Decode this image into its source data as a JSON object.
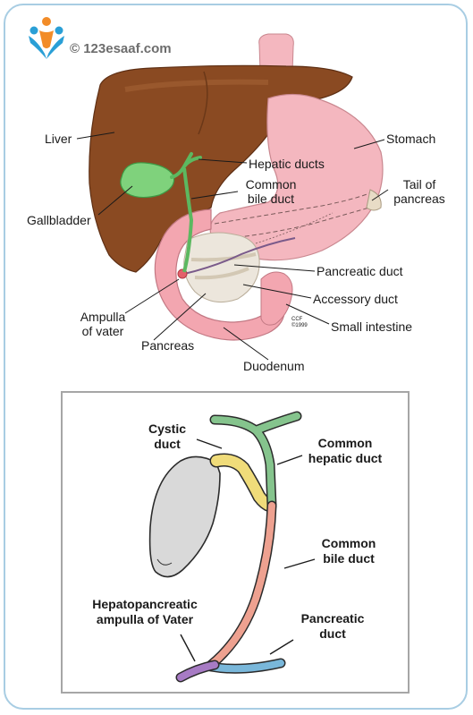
{
  "brand": {
    "text": "© 123esaaf.com",
    "icon": "brand-logo-icon"
  },
  "colors": {
    "liver": "#8a4a22",
    "stomach": "#f4b7bf",
    "gallbladder": "#7fd27c",
    "duodenum": "#f3a6b0",
    "pancreas": "#ece6dc",
    "frame": "#a8cde3",
    "cystic_duct": "#f0dc7a",
    "hepatic_duct": "#85c48d",
    "bile_duct": "#eea190",
    "pancreatic_duct": "#79b7da",
    "ampulla": "#a77bc4",
    "gallbladder_inset": "#d9d9d9"
  },
  "top_labels": {
    "liver": "Liver",
    "stomach": "Stomach",
    "hepatic_ducts": "Hepatic ducts",
    "common_bile_duct": "Common\nbile duct",
    "tail_of_pancreas": "Tail of\npancreas",
    "gallbladder": "Gallbladder",
    "pancreatic_duct": "Pancreatic duct",
    "accessory_duct": "Accessory duct",
    "ampulla_of_vater": "Ampulla\nof vater",
    "small_intestine": "Small intestine",
    "pancreas": "Pancreas",
    "duodenum": "Duodenum",
    "ccf": "CCF\n©1999"
  },
  "inset_labels": {
    "cystic_duct": "Cystic\nduct",
    "common_hepatic_duct": "Common\nhepatic duct",
    "common_bile_duct": "Common\nbile duct",
    "hepatopancreatic_ampulla": "Hepatopancreatic\nampulla of Vater",
    "pancreatic_duct": "Pancreatic\nduct"
  }
}
